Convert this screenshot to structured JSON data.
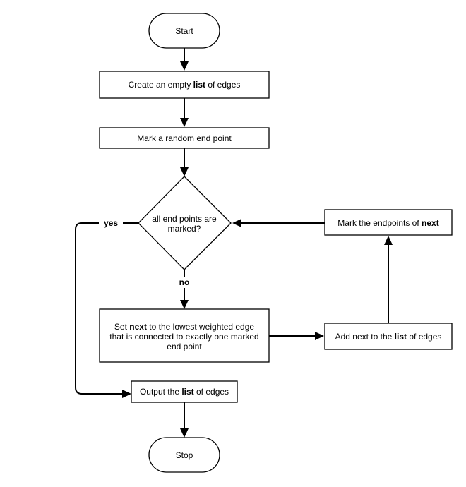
{
  "nodes": {
    "start": "Start",
    "create_list": [
      "Create an empty ",
      "list",
      " of edges"
    ],
    "mark_random": "Mark a random end point",
    "decision": {
      "line1": "all end points are",
      "line2": "marked?"
    },
    "set_next": {
      "line1": [
        "Set ",
        "next",
        " to the lowest weighted edge"
      ],
      "line2": "that is connected to exactly one marked",
      "line3": "end point"
    },
    "add_next": [
      "Add next to the ",
      "list",
      " of edges"
    ],
    "mark_endpoints": [
      "Mark the endpoints of ",
      "next"
    ],
    "output": [
      "Output the ",
      "list",
      " of edges"
    ],
    "stop": "Stop"
  },
  "edge_labels": {
    "yes": "yes",
    "no": "no"
  }
}
